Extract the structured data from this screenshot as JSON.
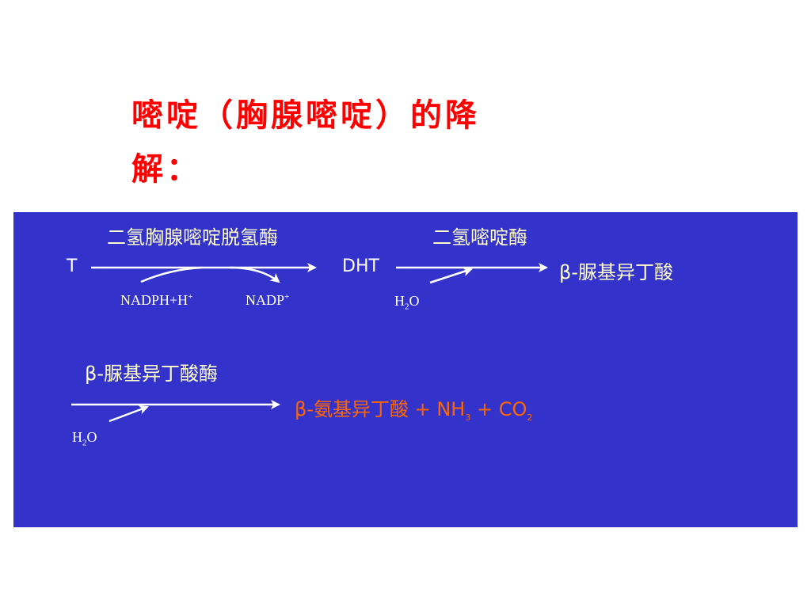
{
  "title": "嘧啶（胸腺嘧啶）的降解：",
  "step1": {
    "substrate": "T",
    "enzyme": "二氢胸腺嘧啶脱氢酶",
    "cofactor_in_base": "NADPH+H",
    "cofactor_in_sup": "+",
    "cofactor_out_base": "NADP",
    "cofactor_out_sup": "+",
    "product": "DHT"
  },
  "step2": {
    "enzyme": "二氢嘧啶酶",
    "reagent_h": "H",
    "reagent_sub": "2",
    "reagent_o": "O",
    "product": "β-脲基异丁酸"
  },
  "step3": {
    "enzyme": "β-脲基异丁酸酶",
    "reagent_h": "H",
    "reagent_sub": "2",
    "reagent_o": "O",
    "product_main": "β-氨基异丁酸 + NH",
    "nh3_sub": "3",
    "plus_co": " + CO",
    "co2_sub": "2"
  },
  "colors": {
    "title": "#ff0000",
    "panel": "#3333cc",
    "text": "#ffffff",
    "enzyme": "#ffffcc",
    "final_product": "#ff6600"
  }
}
